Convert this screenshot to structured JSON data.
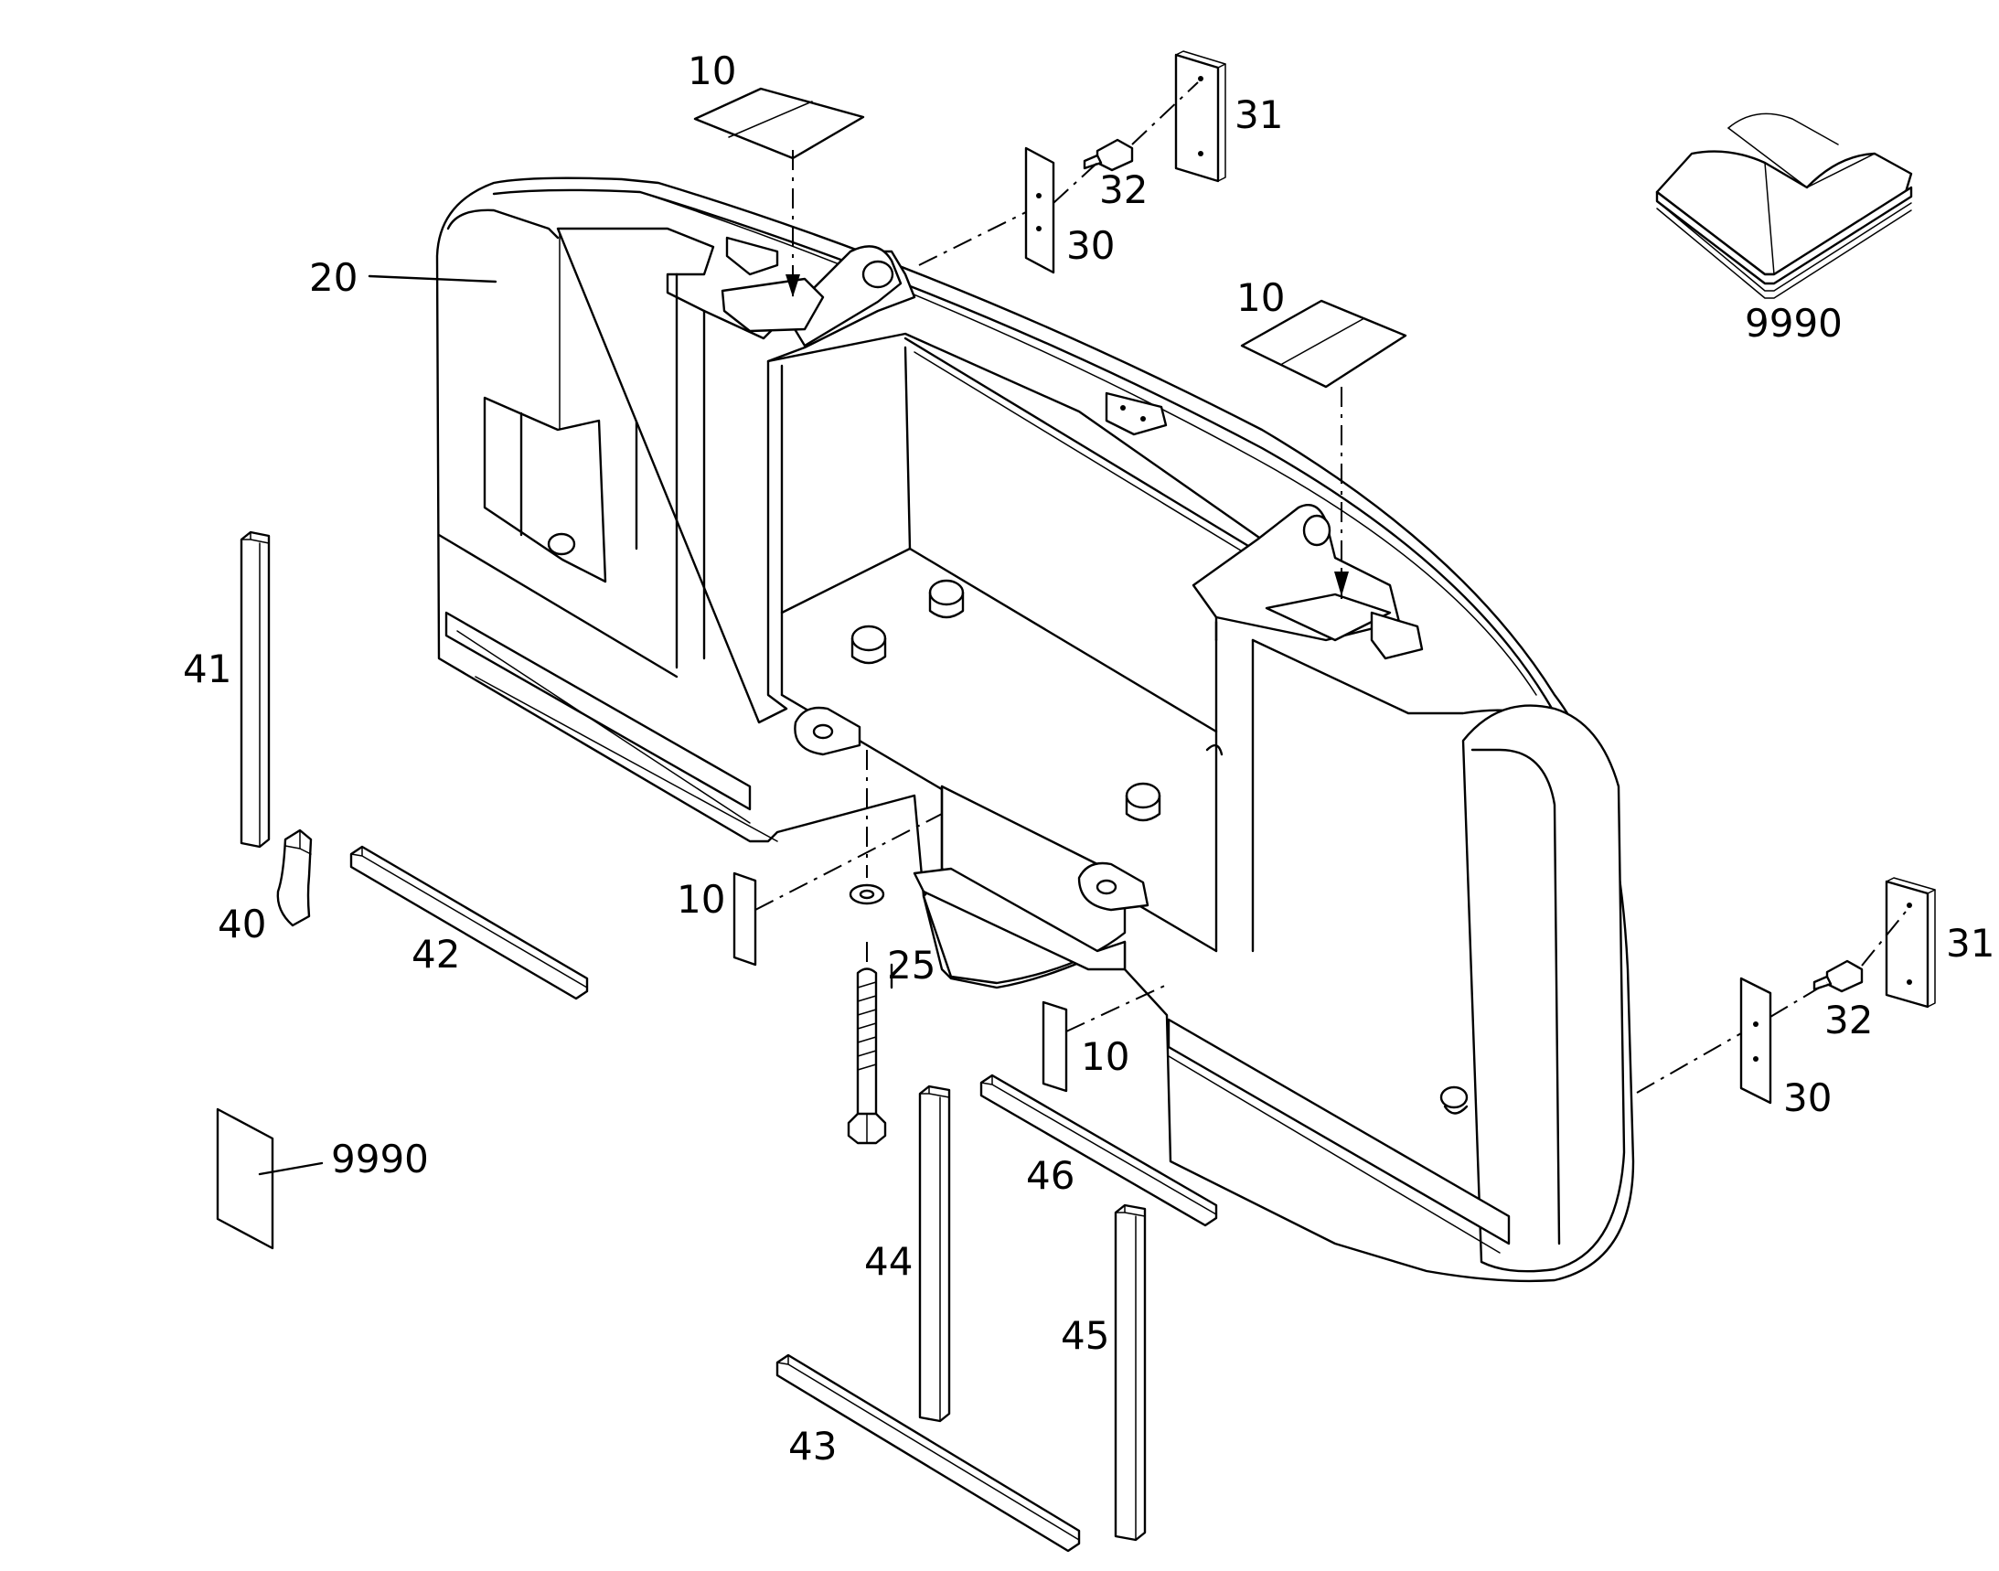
{
  "callouts": {
    "c10a": "10",
    "c10b": "10",
    "c10c": "10",
    "c10d": "10",
    "c20": "20",
    "c25": "25",
    "c30a": "30",
    "c30b": "30",
    "c31a": "31",
    "c31b": "31",
    "c32a": "32",
    "c32b": "32",
    "c40": "40",
    "c41": "41",
    "c42": "42",
    "c43": "43",
    "c44": "44",
    "c45": "45",
    "c46": "46",
    "c9990a": "9990",
    "c9990b": "9990"
  },
  "colors": {
    "line": "#000000",
    "background": "#ffffff"
  }
}
